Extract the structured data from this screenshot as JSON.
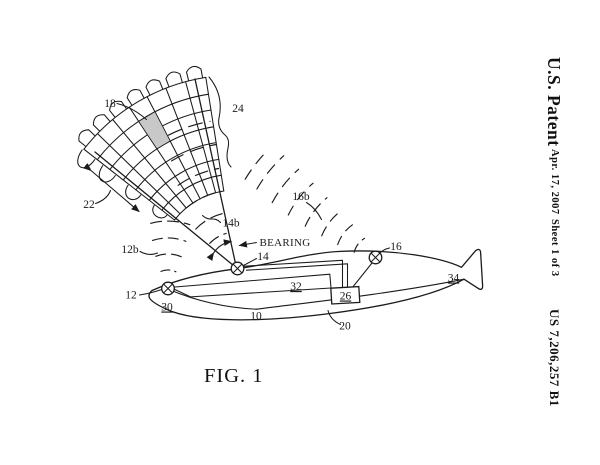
{
  "header": {
    "publication": "U.S. Patent",
    "date": "Apr. 17, 2007",
    "sheet": "Sheet 1 of 3",
    "patent_number": "US 7,206,257 B1"
  },
  "figure": {
    "caption": "FIG. 1",
    "labels": {
      "n18": "18",
      "n22": "22",
      "n24": "24",
      "n12b": "12b",
      "n14b": "14b",
      "n16b": "16b",
      "bearing": "BEARING",
      "n14": "14",
      "n16": "16",
      "n12": "12",
      "n30": "30",
      "n32": "32",
      "n10": "10",
      "n26": "26",
      "n20": "20",
      "n34": "34"
    },
    "colors": {
      "ink": "#1b1b1b",
      "paper": "#ffffff",
      "shaded_cell": "#c8c8c8"
    }
  }
}
